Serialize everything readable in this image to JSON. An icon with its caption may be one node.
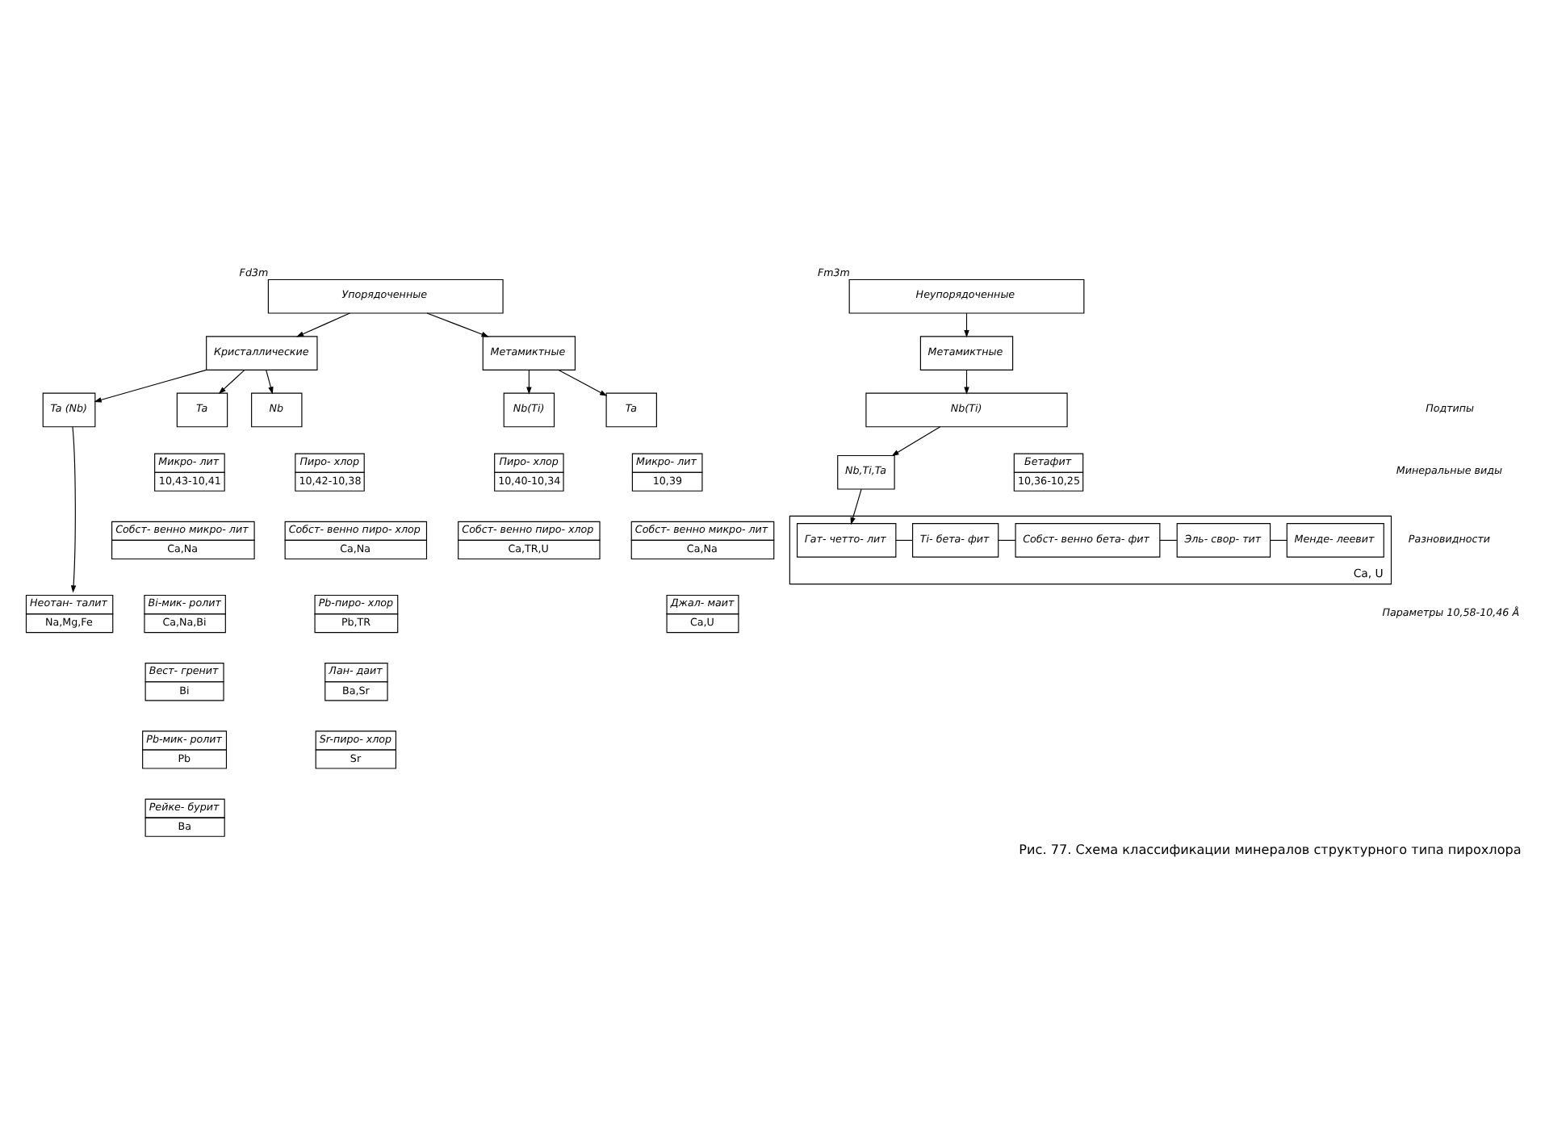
{
  "diagram": {
    "caption": "Рис. 77. Схема классификации минералов структурного типа пирохлора",
    "nodes": [
      {
        "text": [
          "Упорядоченные"
        ],
        "beside": [
          "Fd3m"
        ]
      },
      {
        "text": [
          "Неупорядоченные"
        ],
        "beside": [
          "Fm3m"
        ]
      },
      {
        "text": [
          "Кристаллические"
        ]
      },
      {
        "text": [
          "Метамиктные"
        ]
      },
      {
        "text": [
          "Метамиктные"
        ]
      },
      {
        "text": [
          "Ta (Nb)"
        ]
      },
      {
        "text": [
          "Ta"
        ]
      },
      {
        "text": [
          "Nb"
        ]
      },
      {
        "text": [
          "Nb(Ti)"
        ]
      },
      {
        "text": [
          "Ta"
        ]
      },
      {
        "text": [
          "Nb(Ti)"
        ]
      },
      {
        "text": [
          "Nb,Ti,Ta"
        ]
      },
      {
        "text": [
          "Микро- лит",
          "10,43-10,41"
        ]
      },
      {
        "text": [
          "Пиро- хлор",
          "10,42-10,38"
        ]
      },
      {
        "text": [
          "Пиро- хлор",
          "10,40-10,34"
        ]
      },
      {
        "text": [
          "Микро- лит",
          "10,39"
        ]
      },
      {
        "text": [
          "Бетафит",
          "10,36-10,25"
        ]
      },
      {
        "text": [
          "Собст- венно микро- лит",
          "Ca,Na"
        ]
      },
      {
        "text": [
          "Собст- венно пиро- хлор",
          "Ca,Na"
        ]
      },
      {
        "text": [
          "Собст- венно пиро- хлор",
          "Ca,TR,U"
        ]
      },
      {
        "text": [
          "Собст- венно микро- лит",
          "Ca,Na"
        ]
      },
      {
        "text": [
          "Ca, U"
        ]
      },
      {
        "text": [
          "Менде- леевит"
        ],
        "in": 21
      },
      {
        "text": [
          "Эль- свор- тит"
        ],
        "in": 21
      },
      {
        "text": [
          "Собст- венно бета- фит"
        ],
        "in": 21
      },
      {
        "text": [
          "Ti- бета- фит"
        ],
        "in": 21
      },
      {
        "text": [
          "Гат- четто- лит"
        ],
        "in": 21
      },
      {
        "text": [
          "Неотан- талит",
          "Na,Mg,Fe"
        ]
      },
      {
        "text": [
          "Bi-мик- ролит",
          "Ca,Na,Bi"
        ]
      },
      {
        "text": [
          "Вест- гренит",
          "Bi"
        ]
      },
      {
        "text": [
          "Pb-мик- ролит",
          "Pb"
        ]
      },
      {
        "text": [
          "Pb-пиро- хлор",
          "Pb,TR"
        ]
      },
      {
        "text": [
          "Рейке- бурит",
          "Ba"
        ]
      },
      {
        "text": [
          "Лан- даит",
          "Ba,Sr"
        ]
      },
      {
        "text": [
          "Sr-пиро- хлор",
          "Sr"
        ]
      },
      {
        "text": [
          "Джал- маит",
          "Ca,U"
        ]
      }
    ],
    "edges": [
      {
        "from": 0,
        "to": 2,
        "arrow": "to"
      },
      {
        "from": 0,
        "to": 3,
        "arrow": "to"
      },
      {
        "from": 1,
        "to": 4,
        "arrow": "to"
      },
      {
        "from": 2,
        "to": 5,
        "arrow": "to"
      },
      {
        "from": 2,
        "to": 6,
        "arrow": "to"
      },
      {
        "from": 2,
        "to": 7,
        "arrow": "to"
      },
      {
        "from": 3,
        "to": 8,
        "arrow": "to"
      },
      {
        "from": 3,
        "to": 9,
        "arrow": "to"
      },
      {
        "from": 4,
        "to": 10,
        "arrow": "to"
      },
      {
        "from": 10,
        "to": 11,
        "arrow": "to"
      },
      {
        "from": 11,
        "to": 26,
        "arrow": "to"
      },
      {
        "from": 5,
        "to": 27,
        "arrow": "to"
      },
      {
        "from": 22,
        "to": 23,
        "arrow": "none"
      },
      {
        "from": 23,
        "to": 24,
        "arrow": "none"
      },
      {
        "from": 24,
        "to": 25,
        "arrow": "none"
      },
      {
        "from": 25,
        "to": 26,
        "arrow": "none"
      }
    ],
    "labels": [
      "Подтипы",
      "Минеральные виды",
      "Разновидности",
      "Параметры 10,58-10,46 Å"
    ]
  }
}
